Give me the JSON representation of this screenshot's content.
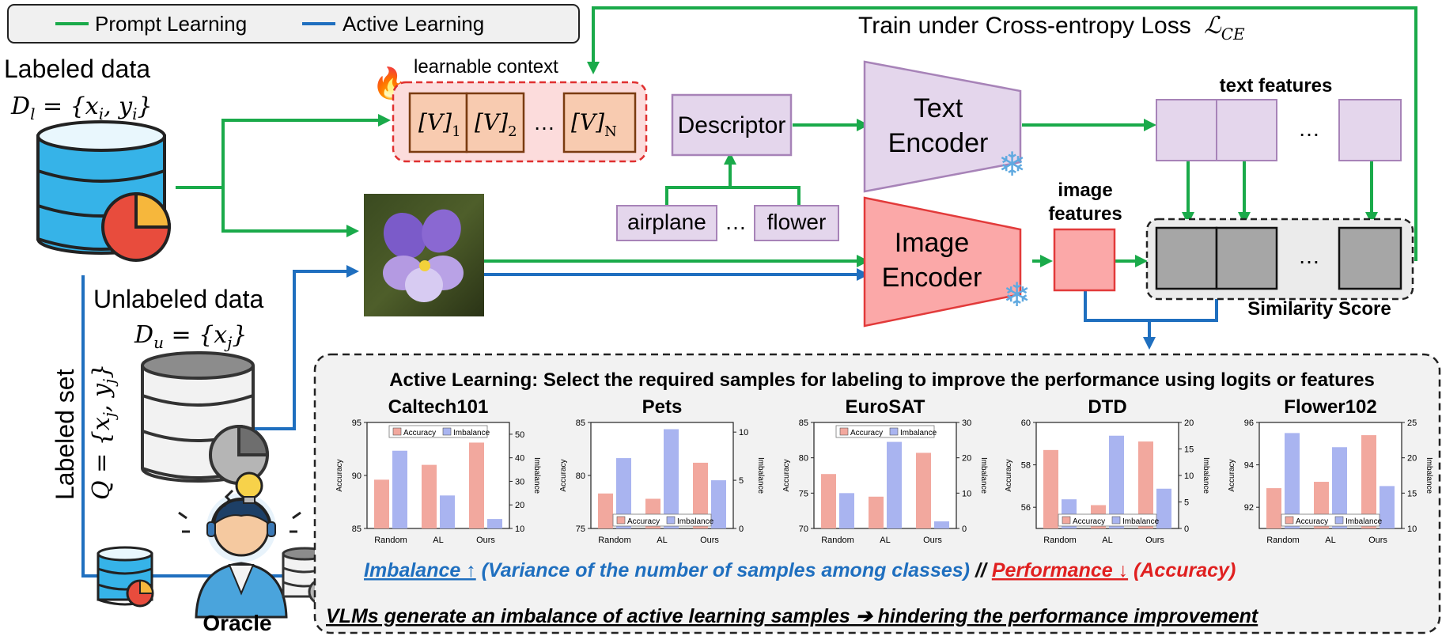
{
  "legend": {
    "prompt_learning": "Prompt Learning",
    "active_learning": "Active Learning"
  },
  "labels": {
    "train_under": "Train under Cross-entropy Loss",
    "loss_symbol": "ℒ",
    "loss_sub": "CE",
    "labeled_data": "Labeled data",
    "labeled_formula_D": "D",
    "labeled_formula_sub": "l",
    "labeled_formula_rest": " = {x",
    "labeled_formula_i1": "i",
    "labeled_formula_comma": ", y",
    "labeled_formula_i2": "i",
    "labeled_formula_close": "}",
    "unlabeled_data": "Unlabeled data",
    "unlabeled_formula_D": "D",
    "unlabeled_formula_sub": "u",
    "unlabeled_formula_rest": " = {x",
    "unlabeled_formula_j": "j",
    "unlabeled_formula_close": "}",
    "labeled_set": "Labeled set",
    "labeled_set_formula": "Q = {x",
    "labeled_set_j1": "j",
    "labeled_set_comma": ", y",
    "labeled_set_j2": "j",
    "labeled_set_close": "}",
    "oracle": "Oracle",
    "learnable_context": "learnable context",
    "ctx_v": "[V]",
    "ctx_1": "1",
    "ctx_2": "2",
    "ctx_n": "N",
    "ctx_dots": "…",
    "descriptor": "Descriptor",
    "class_airplane": "airplane",
    "class_dots": "…",
    "class_flower": "flower",
    "text_encoder_1": "Text",
    "text_encoder_2": "Encoder",
    "image_encoder_1": "Image",
    "image_encoder_2": "Encoder",
    "text_features": "text features",
    "image_features_1": "image",
    "image_features_2": "features",
    "feat_dots": "…",
    "sim_dots": "…",
    "similarity_score": "Similarity Score",
    "al_title": "Active Learning: Select the required samples for labeling to improve the performance using logits or features",
    "imbalance_text": "Imbalance ↑",
    "variance_text": " (Variance of the number of samples among classes) ",
    "slashes": "//",
    "performance_text": "Performance ↓",
    "accuracy_text": " (Accuracy)",
    "conclusion": "VLMs generate an imbalance of active learning samples ➔ hindering the performance improvement"
  },
  "colors": {
    "prompt_green": "#1aaa4a",
    "active_blue": "#1f6fbf",
    "accuracy_bar": "#f2a89e",
    "imbalance_bar": "#a9b4f0",
    "purple_box": "#e4d6ec",
    "purple_border": "#a783b8",
    "red_box": "#fba8a8",
    "red_border": "#e23a3a",
    "gray_cell": "#a6a6a6"
  },
  "chart_data": [
    {
      "type": "bar",
      "title": "Caltech101",
      "categories": [
        "Random",
        "AL",
        "Ours"
      ],
      "ylabel": "Accuracy",
      "y2label": "Imbalance",
      "ylim": [
        85,
        95
      ],
      "y2lim": [
        10,
        55
      ],
      "yticks": [
        "85",
        "90",
        "95"
      ],
      "y2ticks": [
        "10",
        "20",
        "30",
        "40",
        "50"
      ],
      "legend_position": "top",
      "legend_labels": [
        "Accuracy",
        "Imbalance"
      ],
      "series": [
        {
          "name": "Accuracy",
          "values": [
            89.6,
            91.0,
            93.1
          ]
        },
        {
          "name": "Imbalance",
          "values": [
            43,
            24,
            14
          ]
        }
      ]
    },
    {
      "type": "bar",
      "title": "Pets",
      "categories": [
        "Random",
        "AL",
        "Ours"
      ],
      "ylabel": "Accuracy",
      "y2label": "Imbalance",
      "ylim": [
        75,
        85
      ],
      "y2lim": [
        0,
        11
      ],
      "yticks": [
        "75",
        "80",
        "85"
      ],
      "y2ticks": [
        "0",
        "5",
        "10"
      ],
      "legend_position": "bottom",
      "legend_labels": [
        "Accuracy",
        "Imbalance"
      ],
      "series": [
        {
          "name": "Accuracy",
          "values": [
            78.3,
            77.8,
            81.2
          ]
        },
        {
          "name": "Imbalance",
          "values": [
            7.3,
            10.3,
            5.0
          ]
        }
      ]
    },
    {
      "type": "bar",
      "title": "EuroSAT",
      "categories": [
        "Random",
        "AL",
        "Ours"
      ],
      "ylabel": "Accuracy",
      "y2label": "Imbalance",
      "ylim": [
        70,
        85
      ],
      "y2lim": [
        0,
        30
      ],
      "yticks": [
        "70",
        "75",
        "80",
        "85"
      ],
      "y2ticks": [
        "0",
        "10",
        "20",
        "30"
      ],
      "legend_position": "top",
      "legend_labels": [
        "Accuracy",
        "Imbalance"
      ],
      "series": [
        {
          "name": "Accuracy",
          "values": [
            77.7,
            74.5,
            80.7
          ]
        },
        {
          "name": "Imbalance",
          "values": [
            10,
            24.5,
            2
          ]
        }
      ]
    },
    {
      "type": "bar",
      "title": "DTD",
      "categories": [
        "Random",
        "AL",
        "Ours"
      ],
      "ylabel": "Accuracy",
      "y2label": "Imbalance",
      "ylim": [
        55,
        60
      ],
      "y2lim": [
        0,
        20
      ],
      "yticks": [
        "56",
        "58",
        "60"
      ],
      "y2ticks": [
        "0",
        "5",
        "10",
        "15",
        "20"
      ],
      "legend_position": "bottom",
      "legend_labels": [
        "Accuracy",
        "Imbalance"
      ],
      "series": [
        {
          "name": "Accuracy",
          "values": [
            58.7,
            56.1,
            59.1
          ]
        },
        {
          "name": "Imbalance",
          "values": [
            5.5,
            17.5,
            7.5
          ]
        }
      ]
    },
    {
      "type": "bar",
      "title": "Flower102",
      "categories": [
        "Random",
        "AL",
        "Ours"
      ],
      "ylabel": "Accuracy",
      "y2label": "Imbalance",
      "ylim": [
        91,
        96
      ],
      "y2lim": [
        10,
        25
      ],
      "yticks": [
        "92",
        "94",
        "96"
      ],
      "y2ticks": [
        "10",
        "15",
        "20",
        "25"
      ],
      "legend_position": "bottom",
      "legend_labels": [
        "Accuracy",
        "Imbalance"
      ],
      "series": [
        {
          "name": "Accuracy",
          "values": [
            92.9,
            93.2,
            95.4
          ]
        },
        {
          "name": "Imbalance",
          "values": [
            23.5,
            21.5,
            16
          ]
        }
      ]
    }
  ]
}
